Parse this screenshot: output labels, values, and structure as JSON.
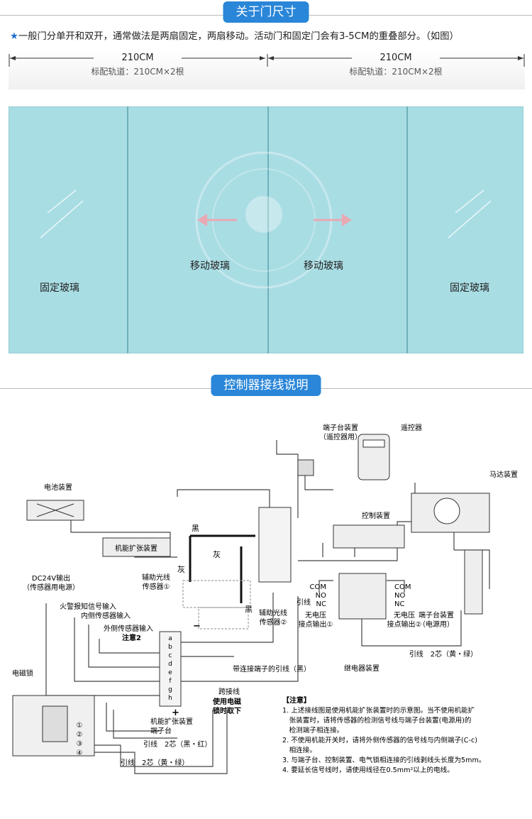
{
  "section1": {
    "title": "关于门尺寸"
  },
  "note": {
    "star": "★",
    "text": "一般门分单开和双开，通常做法是两扇固定，两扇移动。活动门和固定门会有3-5CM的重叠部分。（如图）"
  },
  "dimensions": [
    {
      "width": "210CM",
      "rail": "标配轨道：210CM×2根"
    },
    {
      "width": "210CM",
      "rail": "标配轨道：210CM×2根"
    }
  ],
  "doors": {
    "panels": [
      "固定玻璃",
      "移动玻璃",
      "移动玻璃",
      "固定玻璃"
    ],
    "glass_color": "#a9dde4"
  },
  "section2": {
    "title": "控制器接线说明"
  },
  "wiring": {
    "remote_terminal": [
      "端子台装置",
      "（遥控器用）"
    ],
    "remote": "遥控器",
    "motor": "马达装置",
    "battery": "电池装置",
    "controller": "控制装置",
    "expansion": "机能扩张装置",
    "black": "黑",
    "gray": "灰",
    "aux1": [
      "辅助光线",
      "传感器①"
    ],
    "aux2": [
      "辅助光线",
      "传感器②"
    ],
    "lead_wire": "引线",
    "com": "COM",
    "no": "NO",
    "nc": "NC",
    "relay_out1": [
      "无电压",
      "接点输出①"
    ],
    "relay_out2": [
      "无电压",
      "接点输出②"
    ],
    "power_terminal": [
      "端子台装置",
      "（电源用）"
    ],
    "lead_yg_right": "引线　2芯（黄・绿）",
    "relay": "继电器装置",
    "dc24": [
      "DC24V输出",
      "（传感器用电源）"
    ],
    "fire": "火警报知信号输入",
    "inner": "内侧传感器输入",
    "outer": "外侧传感器输入",
    "note2": "注意2",
    "terminal_letters": [
      "a",
      "b",
      "c",
      "d",
      "e",
      "f",
      "g",
      "h"
    ],
    "plus": "+",
    "minus": "−",
    "jumper_lead": "带连接端子的引线（黑）",
    "jumper": "跨接线",
    "jumper_note": [
      "使用电磁",
      "锁时取下"
    ],
    "ext_terminal": [
      "机能扩张装置",
      "端子台"
    ],
    "lead_br": "引线　2芯（黑・红）",
    "lock": "电磁锁",
    "lock_terms": [
      "①",
      "②",
      "③",
      "④"
    ],
    "lead_yg_bottom": "引线　2芯（黄・绿）",
    "notice_title": "【注意】",
    "notices": [
      "1. 上述接线图是使用机能扩张装置时的示意图。当不使用机能扩",
      "　张装置时，请将传感器的检测信号线与端子台装置(电源用)的",
      "　检测端子相连接。",
      "2. 不使用机能开关时，请将外侧传感器的信号线与内侧端子(C-c)",
      "　相连接。",
      "3. 与端子台、控制装置、电气锁相连接的引线剥线头长度为5mm。",
      "4. 要延长信号线时，请使用线径在0.5mm²以上的电线。"
    ]
  }
}
